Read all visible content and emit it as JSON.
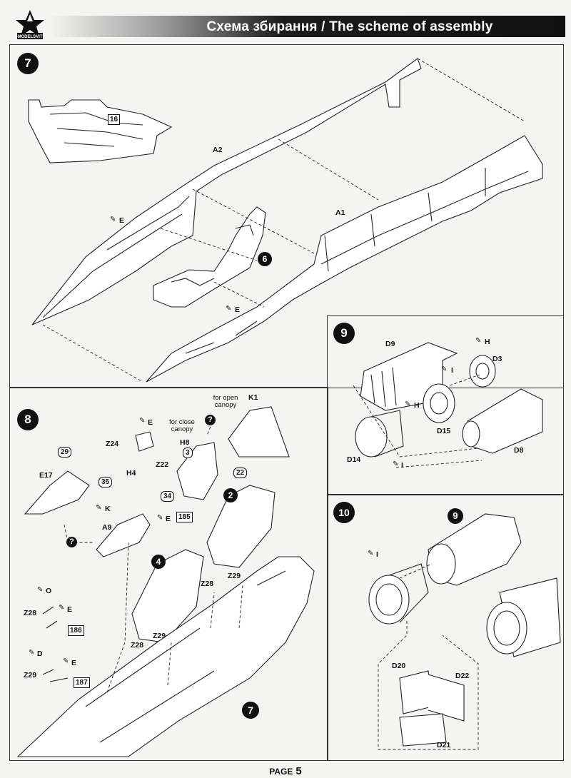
{
  "header": {
    "title": "Схема збирання / The scheme of assembly",
    "brand": "MODELSVIT"
  },
  "step7": {
    "number": "7",
    "labels": {
      "a2": "A2",
      "a1": "A1",
      "e_glue_1": "E",
      "e_glue_2": "E",
      "ref16": "16",
      "sub6": "6"
    }
  },
  "step9": {
    "number": "9",
    "labels": {
      "d9": "D9",
      "h1": "H",
      "d3": "D3",
      "i1": "I",
      "h2": "H",
      "d15": "D15",
      "d14": "D14",
      "i2": "I",
      "d8": "D8"
    }
  },
  "step8": {
    "number": "8",
    "labels": {
      "for_open": "for open canopy",
      "k1": "K1",
      "e_top": "E",
      "for_close": "for close canopy",
      "z24": "Z24",
      "h8": "H8",
      "ref3": "3",
      "z22": "Z22",
      "ref22": "22",
      "ref29": "29",
      "e17": "E17",
      "h4": "H4",
      "ref35": "35",
      "ref34": "34",
      "k": "K",
      "e_mid": "E",
      "ref185": "185",
      "a9": "A9",
      "sub2": "2",
      "sub4": "4",
      "o": "O",
      "e_l1": "E",
      "z28_left": "Z28",
      "ref186": "186",
      "d": "D",
      "e_l2": "E",
      "z29_left": "Z29",
      "ref187": "187",
      "z28_mid": "Z28",
      "z29_mid": "Z29",
      "z29_low": "Z29",
      "z28_low": "Z28",
      "sub7": "7"
    }
  },
  "step10": {
    "number": "10",
    "labels": {
      "sub9": "9",
      "i": "I",
      "d20": "D20",
      "d22": "D22",
      "d21": "D21"
    }
  },
  "footer": {
    "page_word": "PAGE",
    "page_number": "5"
  }
}
